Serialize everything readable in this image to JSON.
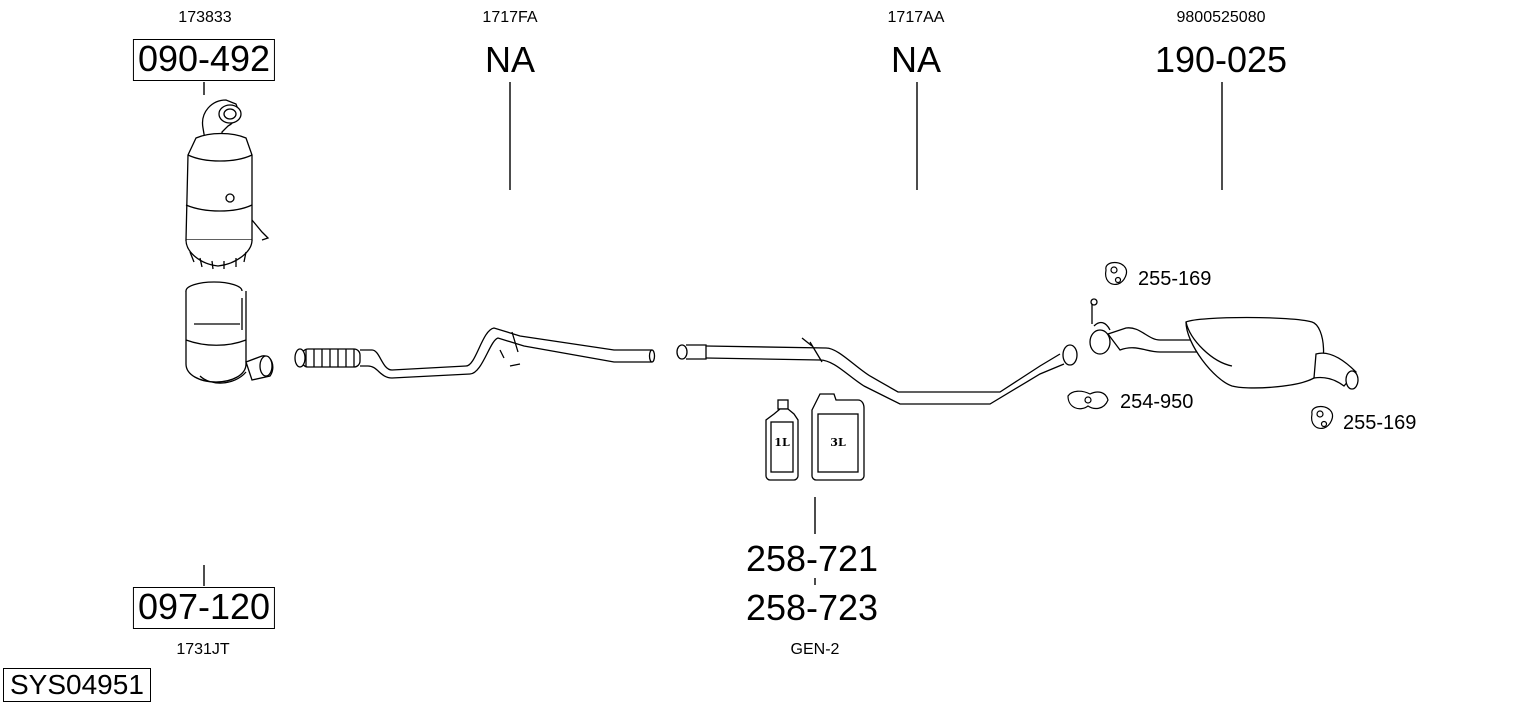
{
  "diagram": {
    "system_code": "SYS04951",
    "parts": [
      {
        "id": "front-cat",
        "oem": "173833",
        "number": "090-492"
      },
      {
        "id": "front-pipe",
        "oem": "1717FA",
        "number": "NA"
      },
      {
        "id": "centre-pipe",
        "oem": "1717AA",
        "number": "NA"
      },
      {
        "id": "rear-silencer",
        "oem": "9800525080",
        "number": "190-025"
      },
      {
        "id": "dpf",
        "oem": "1731JT",
        "number": "097-120"
      },
      {
        "id": "fluid",
        "oem": "GEN-2",
        "numbers": [
          "258-721",
          "258-723"
        ]
      }
    ],
    "hardware": [
      {
        "id": "mount-top",
        "number": "255-169"
      },
      {
        "id": "clamp",
        "number": "254-950"
      },
      {
        "id": "mount-bottom",
        "number": "255-169"
      }
    ],
    "fluid_labels": [
      "1L",
      "3L"
    ]
  }
}
